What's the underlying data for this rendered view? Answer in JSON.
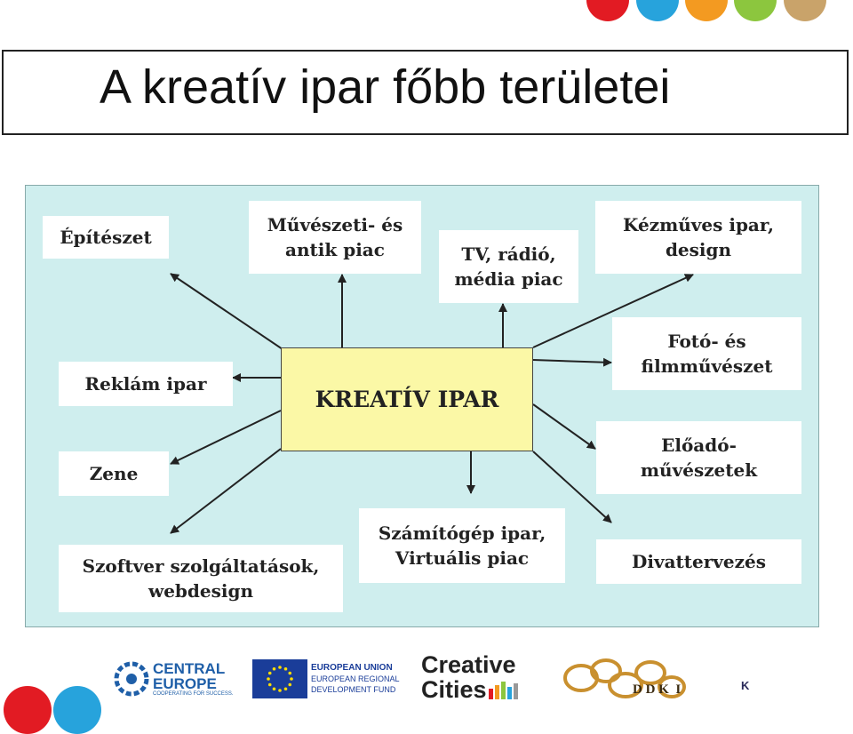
{
  "title": "A kreatív ipar főbb területei",
  "dots": {
    "colors": [
      "#e21b23",
      "#27a3dc",
      "#f39a21",
      "#8cc63e",
      "#c9a36a"
    ],
    "bottom_colors": [
      "#e21b23",
      "#27a3dc"
    ]
  },
  "diagram": {
    "center": "KREATÍV IPAR",
    "nodes": [
      {
        "id": "epiteszet",
        "label": "Építészet"
      },
      {
        "id": "muveszeti",
        "label": "Művészeti- és\nantik piac"
      },
      {
        "id": "tv",
        "label": "TV, rádió,\nmédia piac"
      },
      {
        "id": "kezmuves",
        "label": "Kézműves ipar,\ndesign"
      },
      {
        "id": "reklam",
        "label": "Reklám ipar"
      },
      {
        "id": "foto",
        "label": "Fotó- és\nfilmművészet"
      },
      {
        "id": "zene",
        "label": "Zene"
      },
      {
        "id": "eloado",
        "label": "Előadó-\nművészetek"
      },
      {
        "id": "szamitogep",
        "label": "Számítógép ipar,\nVirtuális piac"
      },
      {
        "id": "szoftver",
        "label": "Szoftver szolgáltatások,\nwebdesign"
      },
      {
        "id": "divat",
        "label": "Divattervezés"
      }
    ]
  },
  "footer": {
    "central_europe": {
      "name": "CENTRAL\nEUROPE",
      "tagline": "COOPERATING FOR SUCCESS."
    },
    "eu": {
      "line1": "EUROPEAN UNION",
      "line2": "EUROPEAN REGIONAL",
      "line3": "DEVELOPMENT FUND"
    },
    "creative_cities": {
      "line1": "Creative",
      "line2": "Cities"
    },
    "ddk": {
      "text": "D D K  I",
      "k": "K"
    }
  }
}
